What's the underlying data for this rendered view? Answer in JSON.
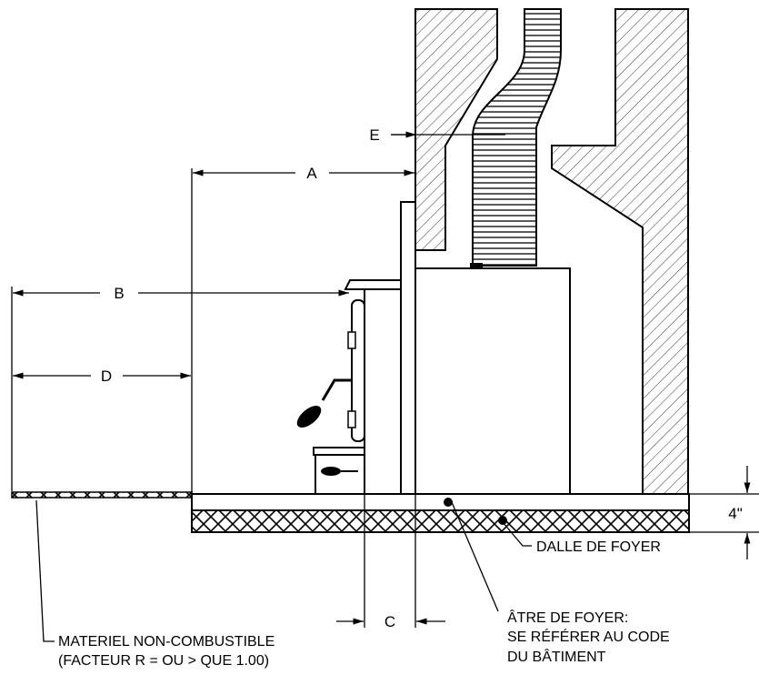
{
  "dimensions": {
    "a": "A",
    "b": "B",
    "c": "C",
    "d": "D",
    "e": "E",
    "height": "4\""
  },
  "notes": {
    "slab": "DALLE DE FOYER",
    "hearth_line1": "ÂTRE DE FOYER:",
    "hearth_line2": "SE RÉFÉRER AU CODE",
    "hearth_line3": "DU BÂTIMENT",
    "material_line1": "MATERIEL NON-COMBUSTIBLE",
    "material_line2": "(FACTEUR R = OU > QUE 1.00)"
  },
  "colors": {
    "line": "#000000",
    "background": "#ffffff"
  }
}
